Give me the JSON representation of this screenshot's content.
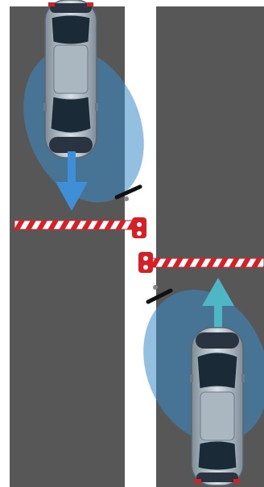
{
  "scene": {
    "lanes": [
      "left-lane",
      "right-lane"
    ],
    "colors": {
      "road": "#575757",
      "median": "#ffffff",
      "barrier_red": "#d81f26",
      "barrier_white": "#ffffff",
      "sensor_zone": "#3a8dc8",
      "arrow_down": "#3f8fd6",
      "arrow_up": "#4fb6c6",
      "car_body": "#b6c2cc",
      "car_glass": "#1a2a36"
    },
    "vehicles": [
      {
        "id": "top-car",
        "direction": "down",
        "icon": "car-top-view-icon"
      },
      {
        "id": "bottom-car",
        "direction": "up",
        "icon": "car-top-view-icon"
      }
    ],
    "barriers": [
      {
        "id": "left-barrier",
        "state": "closed",
        "icon": "boom-barrier-icon"
      },
      {
        "id": "right-barrier",
        "state": "closed",
        "icon": "boom-barrier-icon"
      }
    ],
    "sensors": [
      {
        "id": "upper-sensor",
        "icon": "sensor-bar-icon"
      },
      {
        "id": "lower-sensor",
        "icon": "sensor-bar-icon"
      }
    ]
  }
}
